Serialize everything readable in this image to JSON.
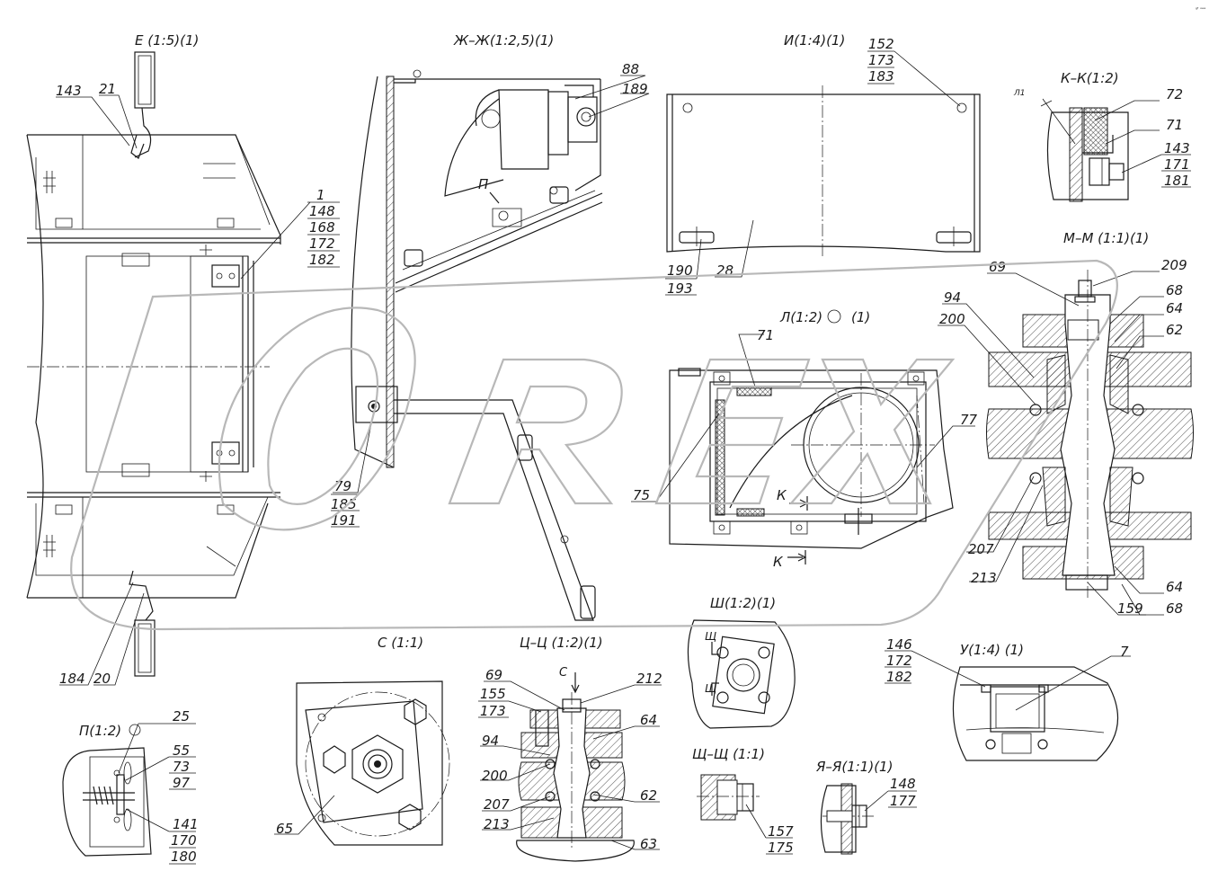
{
  "corner_mark": "ᵍᶠ ᵒᵉᵃ",
  "watermark": {
    "name": "orex-logo",
    "color": "#b8b8b8"
  },
  "views": {
    "e": {
      "title": "Е (1:5)(1)",
      "labels": [
        "143",
        "21",
        "1",
        "148",
        "168",
        "172",
        "182",
        "184",
        "20"
      ]
    },
    "zh": {
      "title": "Ж–Ж(1:2,5)(1)",
      "labels": [
        "88",
        "189",
        "П",
        "79",
        "185",
        "191"
      ]
    },
    "i": {
      "title": "И(1:4)(1)",
      "labels": [
        "152",
        "173",
        "183",
        "190",
        "193",
        "28"
      ]
    },
    "k": {
      "title": "К–К(1:2)",
      "labels": [
        "Л1",
        "72",
        "71",
        "143",
        "171",
        "181"
      ]
    },
    "m": {
      "title": "М–М (1:1)(1)",
      "labels": [
        "69",
        "209",
        "94",
        "68",
        "200",
        "64",
        "62",
        "207",
        "213",
        "159",
        "64",
        "68"
      ]
    },
    "l": {
      "title": "Л(1:2)",
      "suffix": "(1)",
      "labels": [
        "71",
        "77",
        "75",
        "К",
        "К"
      ]
    },
    "p": {
      "title": "П(1:2)",
      "labels": [
        "25",
        "55",
        "73",
        "97",
        "141",
        "170",
        "180"
      ]
    },
    "s": {
      "title": "С (1:1)",
      "labels": [
        "65"
      ]
    },
    "ts": {
      "title": "Ц–Ц (1:2)(1)",
      "labels": [
        "С",
        "69",
        "212",
        "155",
        "173",
        "64",
        "94",
        "200",
        "62",
        "207",
        "213",
        "63"
      ]
    },
    "sh": {
      "title": "Ш(1:2)(1)",
      "labels": [
        "Щ",
        "Щ"
      ]
    },
    "shch": {
      "title": "Щ–Щ (1:1)",
      "labels": [
        "157",
        "175"
      ]
    },
    "u": {
      "title": "У(1:4) (1)",
      "labels": [
        "146",
        "172",
        "182",
        "7"
      ]
    },
    "ya": {
      "title": "Я–Я(1:1)(1)",
      "labels": [
        "148",
        "177"
      ]
    }
  }
}
